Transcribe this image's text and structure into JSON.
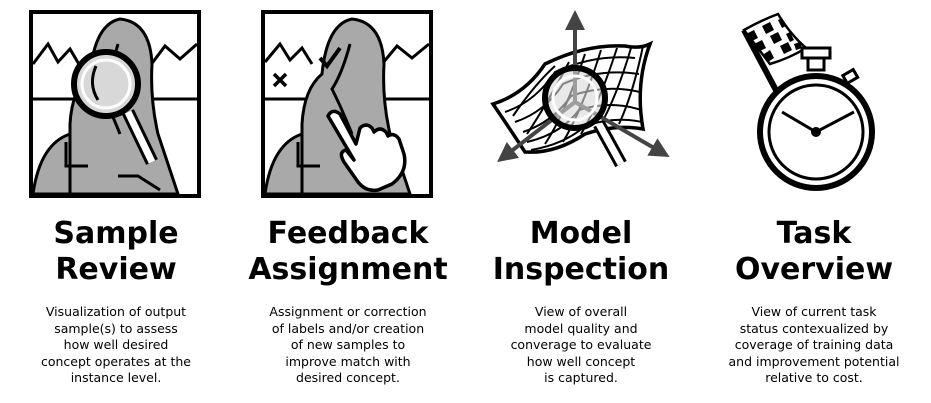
{
  "panels": [
    {
      "title": [
        "Sample",
        "Review"
      ],
      "desc": [
        "Visualization of output",
        "sample(s) to assess",
        "how well desired",
        "concept operates at the",
        "instance level."
      ],
      "icon": "magnifier-over-portrait-icon"
    },
    {
      "title": [
        "Feedback",
        "Assignment"
      ],
      "desc": [
        "Assignment or correction",
        "of labels and/or creation",
        "of new samples to",
        "improve match with",
        "desired concept."
      ],
      "icon": "pointing-hand-over-portrait-icon"
    },
    {
      "title": [
        "Model",
        "Inspection"
      ],
      "desc": [
        "View of overall",
        "model quality and",
        "converage to evaluate",
        "how well concept",
        "is captured."
      ],
      "icon": "magnifier-over-surface-icon"
    },
    {
      "title": [
        "Task",
        "Overview"
      ],
      "desc": [
        "View of current task",
        "status contexualized by",
        "coverage of training data",
        "and improvement potential",
        "relative to cost."
      ],
      "icon": "stopwatch-with-flag-icon"
    }
  ],
  "colors": {
    "ink": "#000000",
    "fill": "#a9a9a9",
    "arrow": "#444444"
  }
}
